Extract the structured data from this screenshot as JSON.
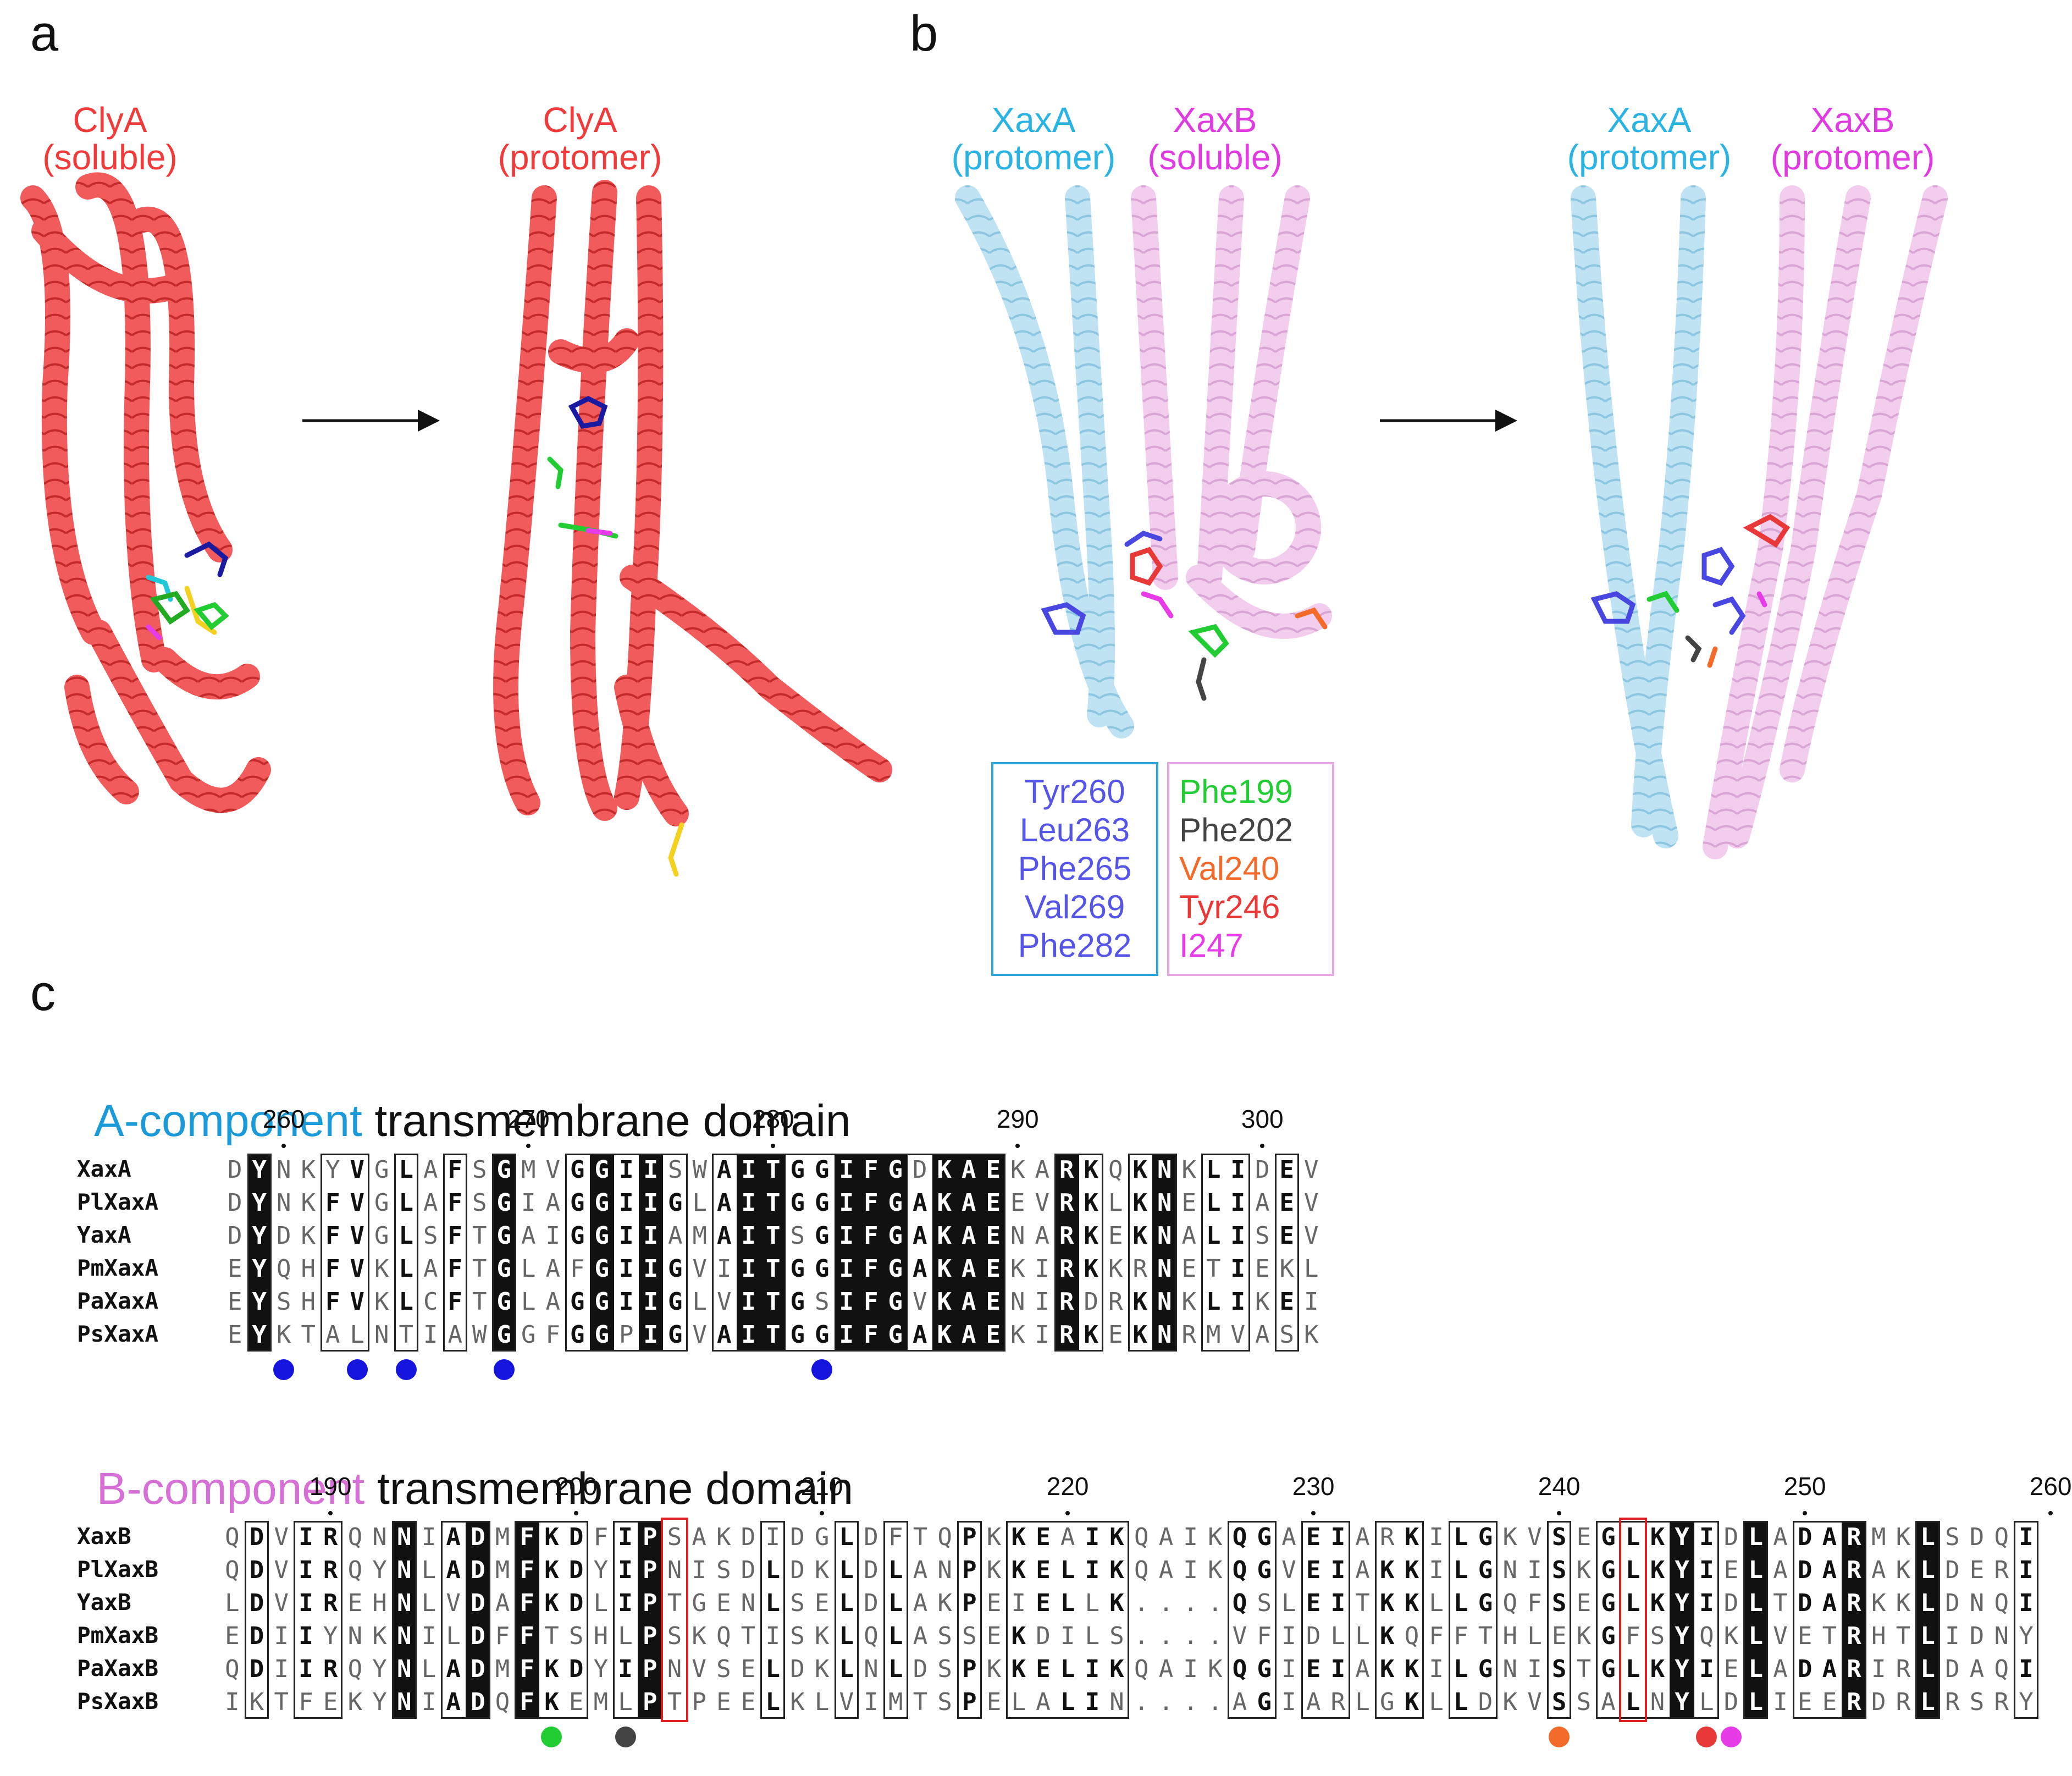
{
  "panels": {
    "a": {
      "letter": "a",
      "left_title": "ClyA\n(soluble)",
      "right_title": "ClyA\n(protomer)"
    },
    "b": {
      "letter": "b",
      "left_a_title": "XaxA\n(protomer)",
      "left_b_title": "XaxB\n(soluble)",
      "right_a_title": "XaxA\n(protomer)",
      "right_b_title": "XaxB\n(protomer)",
      "legend_xaxa": [
        "Tyr260",
        "Leu263",
        "Phe265",
        "Val269",
        "Phe282"
      ],
      "legend_xaxb": [
        {
          "text": "Phe199",
          "color": "#22cc33"
        },
        {
          "text": "Phe202",
          "color": "#444444"
        },
        {
          "text": "Val240",
          "color": "#f26b2a"
        },
        {
          "text": "Tyr246",
          "color": "#e83838"
        },
        {
          "text": "I247",
          "color": "#e63be6"
        }
      ]
    },
    "c": {
      "letter": "c",
      "sections": [
        {
          "heading_colored": "A-component",
          "heading_rest": " transmembrane domain",
          "heading_color": "#1a9ad9",
          "numbers": [
            "260",
            "270",
            "280",
            "290",
            "300"
          ],
          "names": [
            "XaxA",
            "PlXaxA",
            "YaxA",
            "PmXaxA",
            "PaXaxA",
            "PsXaxA"
          ],
          "seqs": [
            "DYNKYVGLAFSGMVGGIISWAITGGIFGDKAEKARKQKNKLIDEV",
            "DYNKFVGLAFSGIAGGIIGLAITGGIFGAKAEEVRKLKNELIAEV",
            "DYDKFVGLSFTGAIGGIIAMAITSGIFGAKAENARKEKNALISEV",
            "EYQHFVKLAFTGLAFGIIGVIITGGIFGAKAEKIRKKRNETIEKL",
            "EYSHFVKLCFTGLAGGIIGLVITGSIFGVKAENIRDRKNKLIKEI",
            "EYKTALNTIAWGGFGGPIGVAITGGIFGAKAEKIRKEKNRMVASK"
          ],
          "markers": [
            {
              "residue": "260",
              "color": "#1515dd"
            },
            {
              "residue": "263",
              "color": "#1515dd"
            },
            {
              "residue": "265",
              "color": "#1515dd"
            },
            {
              "residue": "269",
              "color": "#1515dd"
            },
            {
              "residue": "282",
              "color": "#1515dd"
            }
          ]
        },
        {
          "heading_colored": "B-component",
          "heading_rest": " transmembrane domain",
          "heading_color": "#d670d6",
          "numbers": [
            "190",
            "200",
            "210",
            "220",
            "230",
            "240",
            "250",
            "260"
          ],
          "names": [
            "XaxB",
            "PlXaxB",
            "YaxB",
            "PmXaxB",
            "PaXaxB",
            "PsXaxB"
          ],
          "seqs": [
            "QDVIRQNNIADMFKDFIPSAKDIDGLDFTQPKKEAIKQAIKQGAEIARKILGKVSEGLKYIDLADARMKLSDQI",
            "QDVIRQYNLADMFKDYIPNISDLDKLDLANPKKELIKQAIKQGVEIAKKILGNISKGLKYIELADARAKLDERI",
            "LDVIREHNLVDAFKDLIPTGENLSELDLAKPEIELLK....QSLEITKKLLGQFSEGLKYIDLTDARKKLDNQI",
            "EDIIYNKNILDFFTSHLPSKQTISKLQLASSEKDILS....VFIDLLKQFFTHLEKGFSYQKLVETRHTLIDNY",
            "QDIIRQYNLADMFKDYIPNVSELDKLNLDSPKKELIKQAIKQGIEIAKKILGNISTGLKYIELADARIRLDAQI",
            "IKTFEKYNIADQFKEMLPTPEELKLVIMTSPELALIN....AGIARLGKLLDKVSSALNYLDLIEERDRLRSRY"
          ],
          "markers": [
            {
              "residue": "199",
              "color": "#22cc33"
            },
            {
              "residue": "202",
              "color": "#444444"
            },
            {
              "residue": "240",
              "color": "#f26b2a"
            },
            {
              "residue": "246",
              "color": "#e83838"
            },
            {
              "residue": "247",
              "color": "#e63be6"
            }
          ]
        }
      ]
    }
  }
}
